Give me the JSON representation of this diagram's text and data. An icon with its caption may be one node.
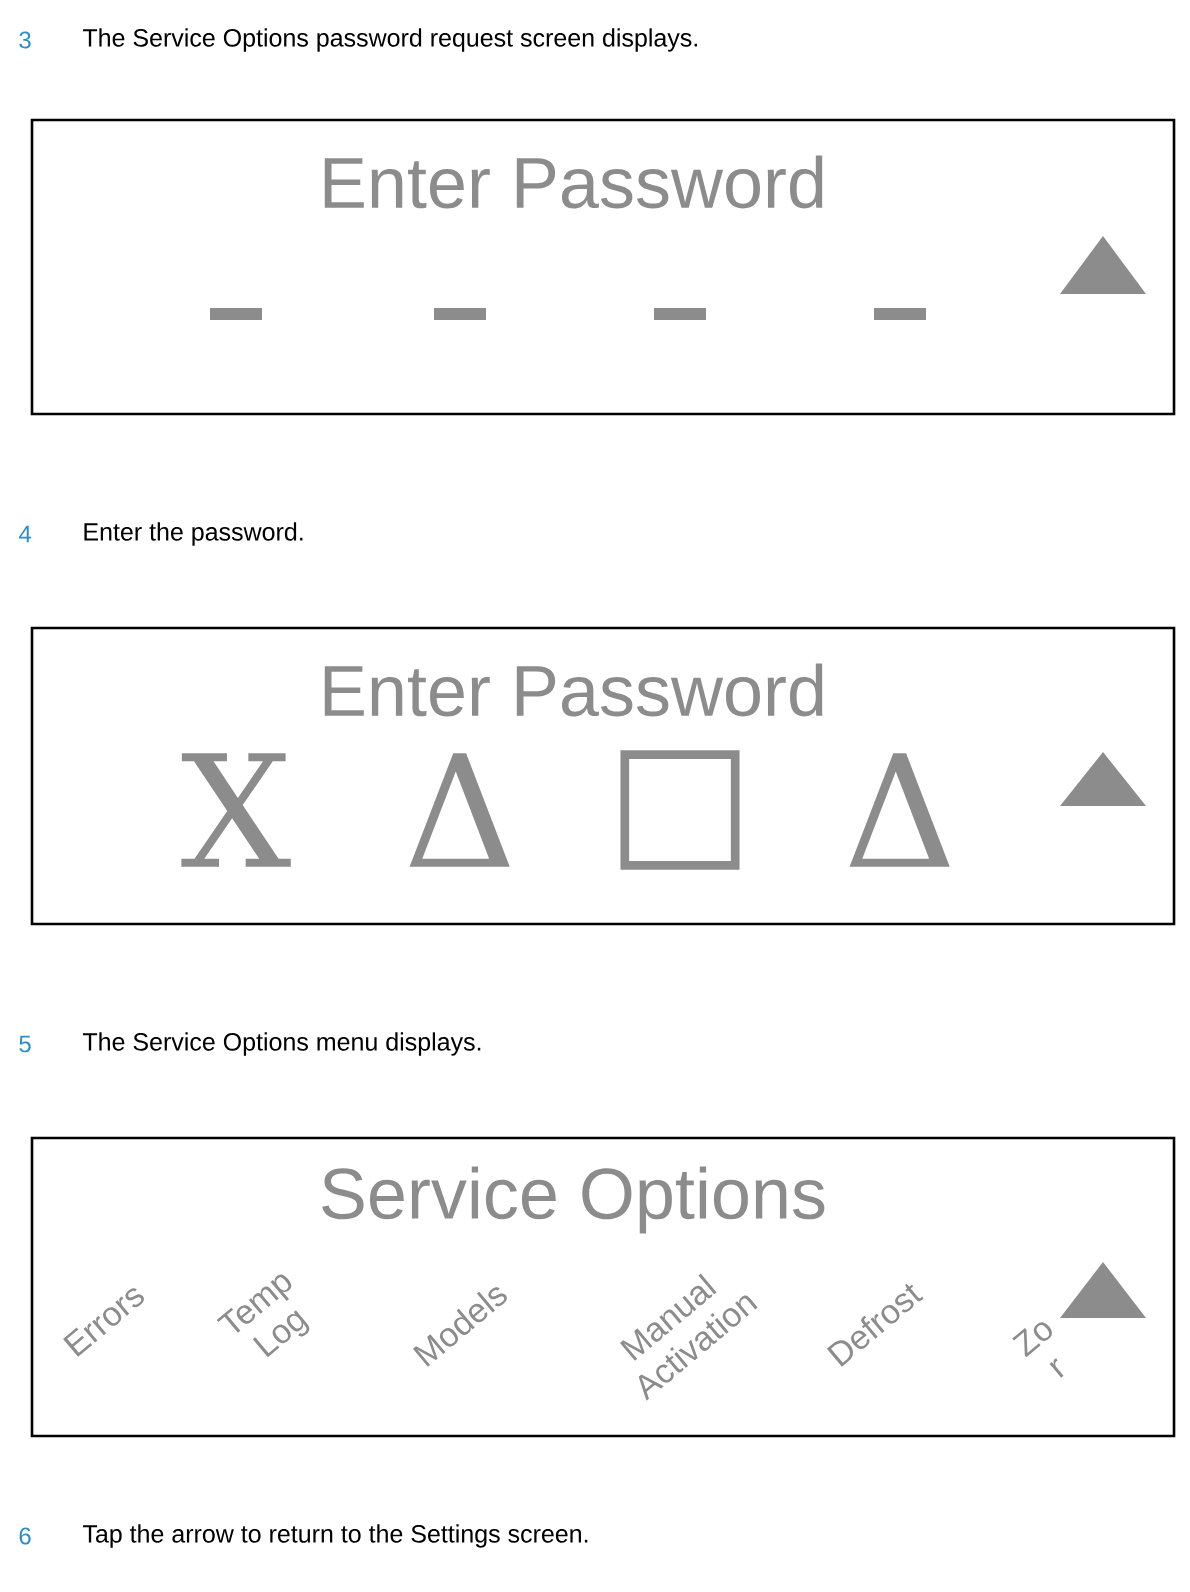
{
  "diagram": {
    "nodes": [
      {
        "text": [
          "Enter Password"
        ]
      },
      {
        "text": [
          "Enter Password",
          "X",
          "Δ",
          "□",
          "Δ"
        ]
      },
      {
        "text": [
          "Service Options",
          "Errors",
          "Temp Log",
          "Models",
          "Manual Activation",
          "Defrost",
          "Zo r"
        ]
      }
    ],
    "edges": [],
    "labels": [
      "3",
      "The Service Options password request screen displays.",
      "4",
      "Enter the password.",
      "5",
      "The Service Options menu displays.",
      "6",
      "Tap the arrow to return to the Settings screen."
    ]
  }
}
